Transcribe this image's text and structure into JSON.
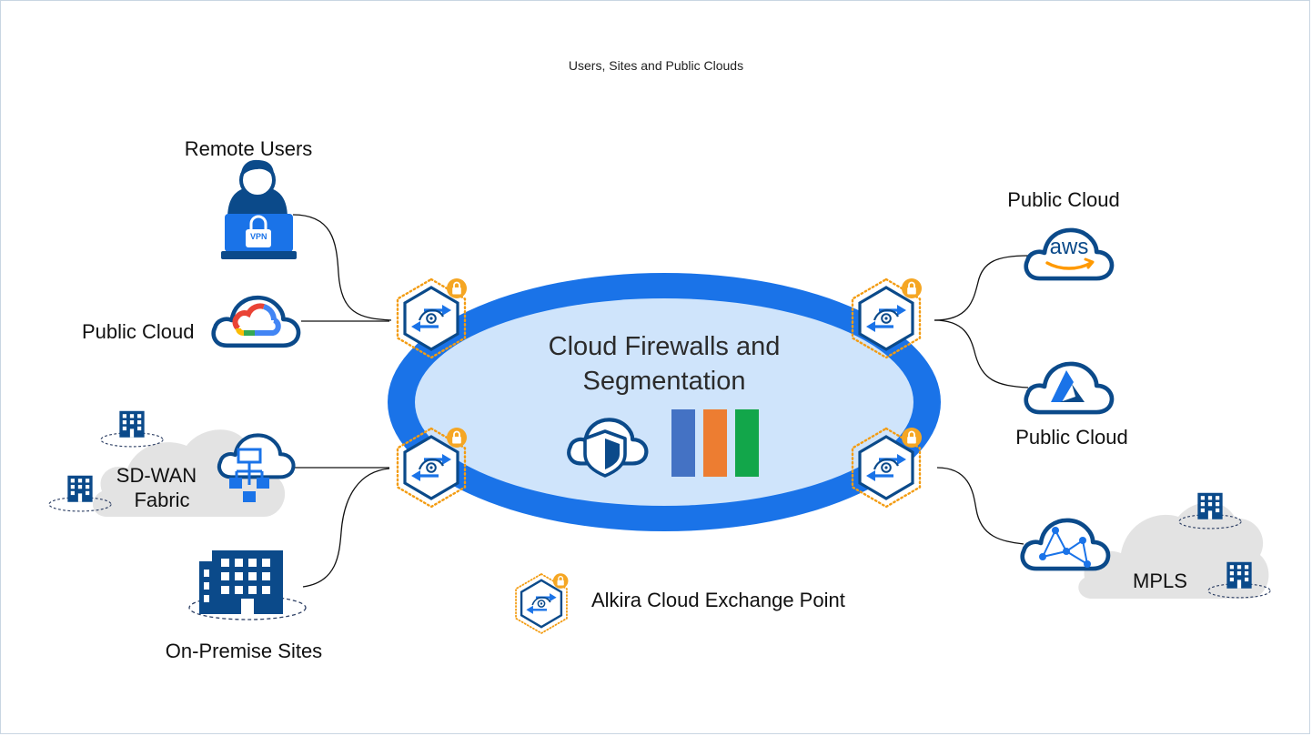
{
  "header": {
    "caption": "Users, Sites and Public Clouds"
  },
  "core": {
    "line1": "Cloud Firewalls and",
    "line2": "Segmentation"
  },
  "left": {
    "remote_users": "Remote Users",
    "vpn_badge": "VPN",
    "public_cloud": "Public Cloud",
    "sdwan_line1": "SD-WAN",
    "sdwan_line2": "Fabric",
    "on_premise": "On-Premise Sites"
  },
  "right": {
    "public_cloud_aws": "Public Cloud",
    "aws_logo_text": "aws",
    "public_cloud_azure": "Public Cloud",
    "mpls": "MPLS"
  },
  "legend": {
    "label": "Alkira Cloud Exchange Point"
  },
  "colors": {
    "ring": "#1a73e8",
    "core_fill": "#cfe4fb",
    "icon_blue": "#0b4a8a",
    "lock_orange": "#f5a623",
    "hex_dots": "#f39c12",
    "bar_blue": "#4472c4",
    "bar_orange": "#ed7d31",
    "bar_green": "#12a64a",
    "gray_cloud": "#e1e1e1",
    "google_blue": "#4285f4",
    "google_red": "#ea4335",
    "google_yellow": "#fbbc05",
    "google_green": "#34a853",
    "aws_orange": "#ff9900"
  }
}
